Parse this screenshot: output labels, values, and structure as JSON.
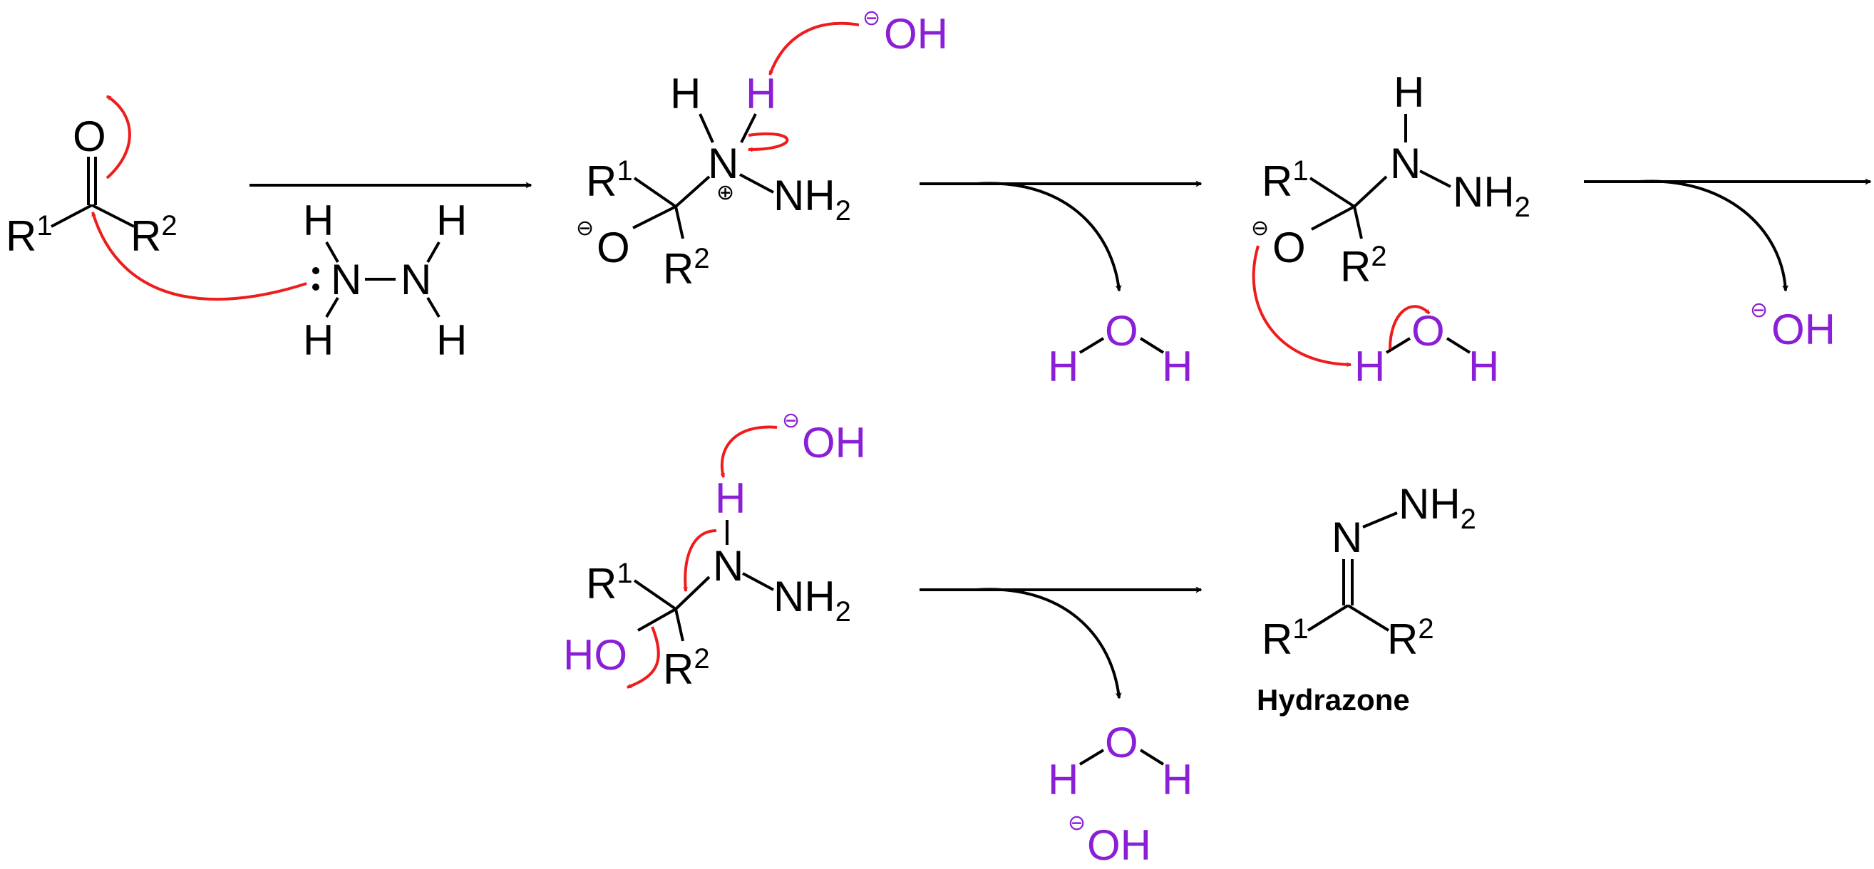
{
  "colors": {
    "byproduct": "#8a1fd6",
    "electron_arrow": "#ef1c1c",
    "structure": "#000000"
  },
  "atoms": {
    "R": "R",
    "O": "O",
    "N": "N",
    "H": "H",
    "NH": "NH",
    "HO": "HO",
    "OH": "OH",
    "one": "1",
    "two": "2",
    "minus": "⊖",
    "plus": "⊕"
  },
  "product_label": "Hydrazone"
}
